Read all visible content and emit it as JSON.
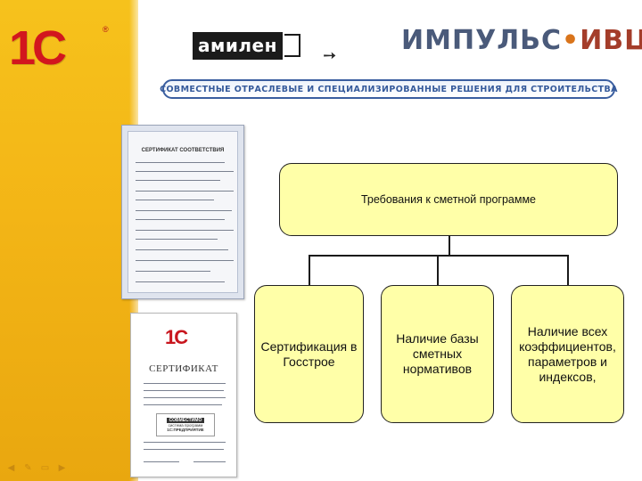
{
  "header": {
    "logo_1c": "1С",
    "logo_1c_reg": "®",
    "amilen": "амилен",
    "impuls_part1": "ИМПУЛЬС",
    "impuls_dot": "•",
    "impuls_part2": "ИВЦ",
    "banner": "СОВМЕСТНЫЕ ОТРАСЛЕВЫЕ И СПЕЦИАЛИЗИРОВАННЫЕ РЕШЕНИЯ ДЛЯ СТРОИТЕЛЬСТВА"
  },
  "certificates": {
    "cert1_title": "СЕРТИФИКАТ СООТВЕТСТВИЯ",
    "cert2_logo": "1С",
    "cert2_title": "СЕРТИФИКАТ",
    "cert2_badge_top": "СОВМЕСТИМО",
    "cert2_badge_mid": "система программ",
    "cert2_badge_bot": "1С:ПРЕДПРИЯТИЕ"
  },
  "diagram": {
    "root": "Требования к сметной программе",
    "children": [
      "Сертификация в Госстрое",
      "Наличие базы сметных нормативов",
      "Наличие всех коэффициентов, параметров и индексов,"
    ]
  },
  "colors": {
    "panel": "#f3b516",
    "box_fill": "#ffffa8",
    "banner_text": "#355a9b",
    "brand_red": "#d2161e"
  },
  "nav_icons": [
    "arrow-left-icon",
    "pencil-icon",
    "menu-icon",
    "arrow-right-icon"
  ]
}
